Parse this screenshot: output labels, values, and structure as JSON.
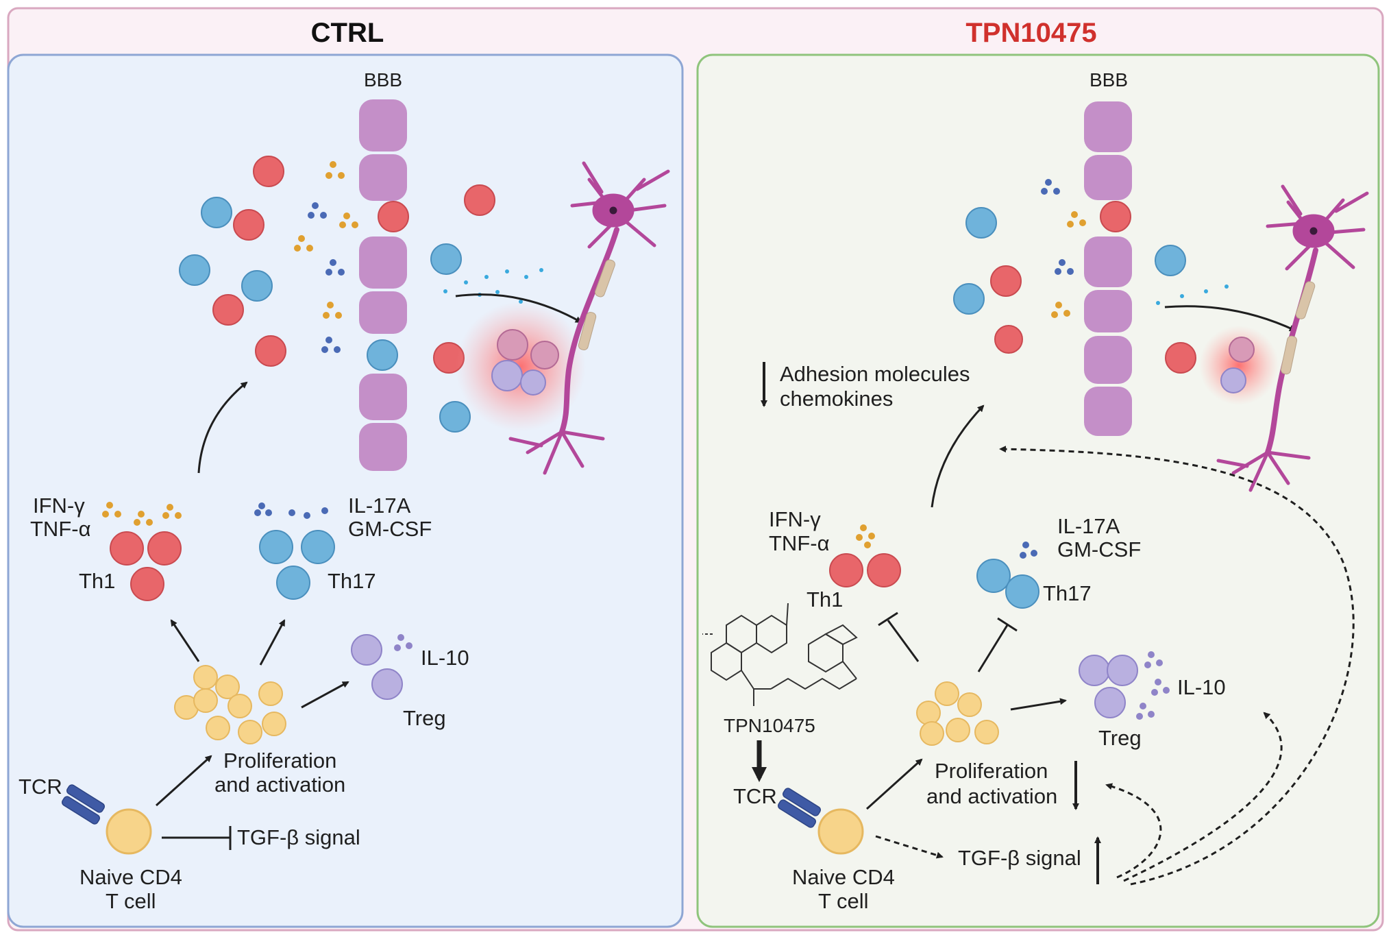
{
  "titles": {
    "left": "CTRL",
    "right": "TPN10475"
  },
  "colors": {
    "outer_border": "#d9a8c0",
    "outer_bg": "#fbf1f6",
    "left_border": "#8ea6d4",
    "left_bg": "#eaf1fb",
    "right_border": "#8fc47c",
    "right_bg": "#f3f5ef",
    "title_right": "#d0312d",
    "th1": "#e8666a",
    "th17": "#6fb3db",
    "treg": "#b9b0e0",
    "naive": "#f7d48a",
    "bbb": "#c48fc8",
    "neuron": "#b3479a"
  },
  "left": {
    "bbb": "BBB",
    "th1_cytokines": [
      "IFN-γ",
      "TNF-α"
    ],
    "th1": "Th1",
    "th17_cytokines": [
      "IL-17A",
      "GM-CSF"
    ],
    "th17": "Th17",
    "il10": "IL-10",
    "treg": "Treg",
    "proliferation": [
      "Proliferation",
      "and activation"
    ],
    "tcr": "TCR",
    "tgf": "TGF-β signal",
    "naive": [
      "Naive CD4",
      "T cell"
    ]
  },
  "right": {
    "bbb": "BBB",
    "adhesion": [
      "Adhesion molecules",
      "chemokines"
    ],
    "th1_cytokines": [
      "IFN-γ",
      "TNF-α"
    ],
    "th1": "Th1",
    "th17_cytokines": [
      "IL-17A",
      "GM-CSF"
    ],
    "th17": "Th17",
    "drug": "TPN10475",
    "il10": "IL-10",
    "treg": "Treg",
    "proliferation": [
      "Proliferation",
      "and activation"
    ],
    "tcr": "TCR",
    "tgf": "TGF-β signal",
    "naive": [
      "Naive CD4",
      "T cell"
    ]
  }
}
